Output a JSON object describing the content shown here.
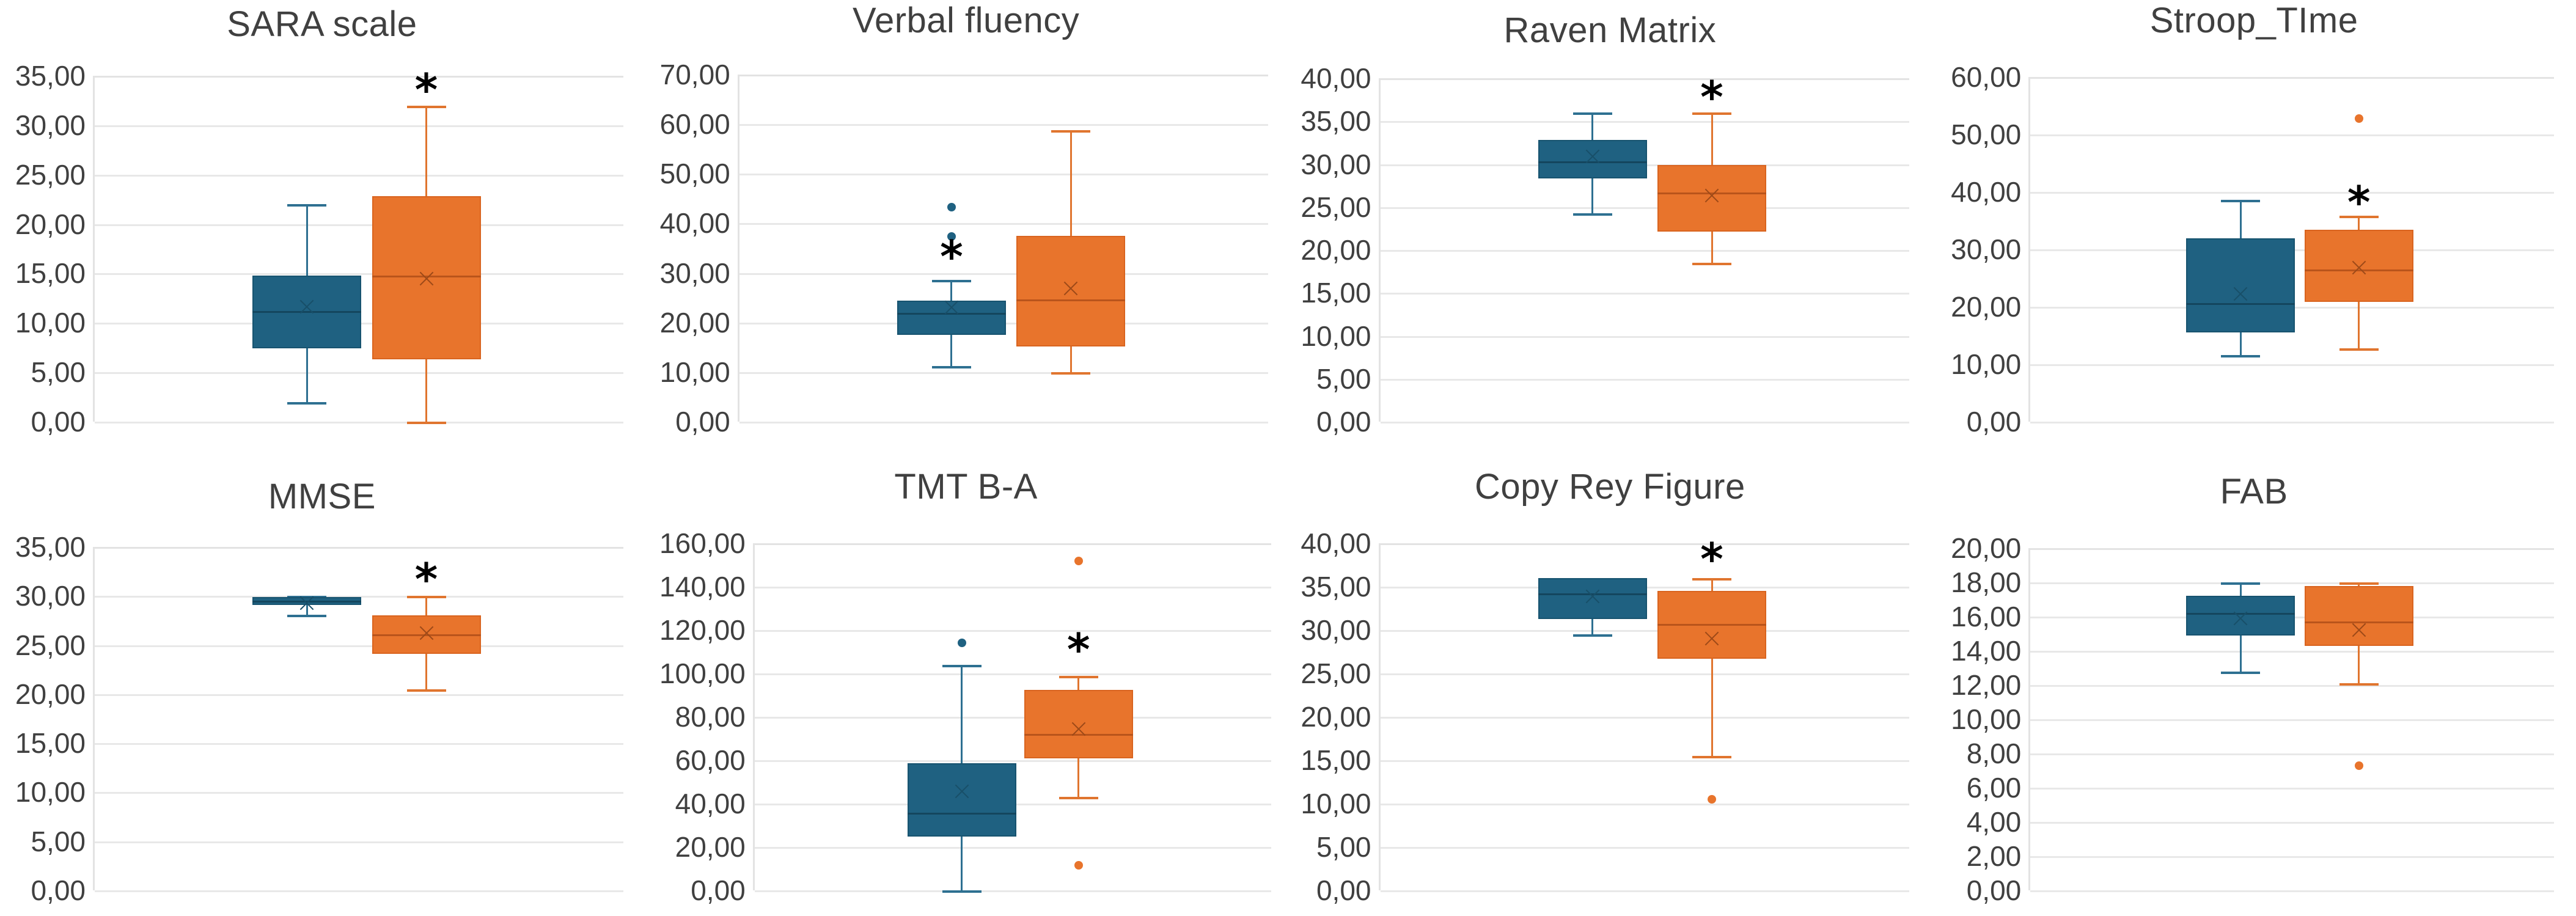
{
  "figure": {
    "layout": "2 rows x 4 columns of box plots",
    "colors": {
      "group1": "#1F6181",
      "group2": "#E8742C",
      "gridline": "#E8E8E8",
      "text": "#404040",
      "significance": "#000000"
    },
    "significance_marker": "*",
    "decimal_separator": ",",
    "groups": [
      "group1-blue",
      "group2-orange"
    ]
  },
  "chart_data": [
    {
      "type": "box",
      "title": "SARA scale",
      "xlabel": "",
      "ylabel": "",
      "ylim": [
        0,
        35
      ],
      "yticks": [
        0,
        5,
        10,
        15,
        20,
        25,
        30,
        35
      ],
      "ytick_labels": [
        "0,00",
        "5,00",
        "10,00",
        "15,00",
        "20,00",
        "25,00",
        "30,00",
        "35,00"
      ],
      "grid": true,
      "legend": "none",
      "boxes": [
        {
          "group": "group1-blue",
          "color": "#1F6181",
          "min": 2.0,
          "q1": 7.4,
          "median": 11.2,
          "mean": 11.6,
          "q3": 14.8,
          "max": 22.0,
          "outliers": [],
          "significant": false
        },
        {
          "group": "group2-orange",
          "color": "#E8742C",
          "min": 0.0,
          "q1": 6.3,
          "median": 14.8,
          "mean": 14.5,
          "q3": 22.8,
          "max": 32.0,
          "outliers": [],
          "significant": true,
          "star_at": 33.6
        }
      ]
    },
    {
      "type": "box",
      "title": "Verbal fluency",
      "xlabel": "",
      "ylabel": "",
      "ylim": [
        0,
        70
      ],
      "yticks": [
        0,
        10,
        20,
        30,
        40,
        50,
        60,
        70
      ],
      "ytick_labels": [
        "0,00",
        "10,00",
        "20,00",
        "30,00",
        "40,00",
        "50,00",
        "60,00",
        "70,00"
      ],
      "grid": true,
      "legend": "none",
      "boxes": [
        {
          "group": "group1-blue",
          "color": "#1F6181",
          "min": 11.2,
          "q1": 17.5,
          "median": 21.9,
          "mean": 23.0,
          "q3": 24.4,
          "max": 28.6,
          "outliers": [
            37.4,
            43.2
          ],
          "significant": true,
          "star_at": 33.3
        },
        {
          "group": "group2-orange",
          "color": "#E8742C",
          "min": 10.0,
          "q1": 15.2,
          "median": 24.6,
          "mean": 26.9,
          "q3": 37.5,
          "max": 58.8,
          "outliers": [],
          "significant": false
        }
      ]
    },
    {
      "type": "box",
      "title": "Raven Matrix",
      "xlabel": "",
      "ylabel": "",
      "ylim": [
        0,
        40
      ],
      "yticks": [
        0,
        5,
        10,
        15,
        20,
        25,
        30,
        35,
        40
      ],
      "ytick_labels": [
        "0,00",
        "5,00",
        "10,00",
        "15,00",
        "20,00",
        "25,00",
        "30,00",
        "35,00",
        "40,00"
      ],
      "grid": true,
      "legend": "none",
      "boxes": [
        {
          "group": "group1-blue",
          "color": "#1F6181",
          "min": 24.3,
          "q1": 28.3,
          "median": 30.3,
          "mean": 30.9,
          "q3": 32.8,
          "max": 36.0,
          "outliers": [],
          "significant": false
        },
        {
          "group": "group2-orange",
          "color": "#E8742C",
          "min": 18.5,
          "q1": 22.1,
          "median": 26.7,
          "mean": 26.3,
          "q3": 29.9,
          "max": 36.0,
          "outliers": [],
          "significant": true,
          "star_at": 37.8
        }
      ]
    },
    {
      "type": "box",
      "title": "Stroop_TIme",
      "xlabel": "",
      "ylabel": "",
      "ylim": [
        0,
        60
      ],
      "yticks": [
        0,
        10,
        20,
        30,
        40,
        50,
        60
      ],
      "ytick_labels": [
        "0,00",
        "10,00",
        "20,00",
        "30,00",
        "40,00",
        "50,00",
        "60,00"
      ],
      "grid": true,
      "legend": "none",
      "boxes": [
        {
          "group": "group1-blue",
          "color": "#1F6181",
          "min": 11.6,
          "q1": 15.5,
          "median": 20.6,
          "mean": 22.2,
          "q3": 31.9,
          "max": 38.6,
          "outliers": [],
          "significant": false
        },
        {
          "group": "group2-orange",
          "color": "#E8742C",
          "min": 12.8,
          "q1": 20.9,
          "median": 26.5,
          "mean": 26.8,
          "q3": 33.4,
          "max": 35.9,
          "outliers": [
            52.8
          ],
          "significant": true,
          "star_at": 38.2
        }
      ]
    },
    {
      "type": "box",
      "title": "MMSE",
      "xlabel": "",
      "ylabel": "",
      "ylim": [
        0,
        35
      ],
      "yticks": [
        0,
        5,
        10,
        15,
        20,
        25,
        30,
        35
      ],
      "ytick_labels": [
        "0,00",
        "5,00",
        "10,00",
        "15,00",
        "20,00",
        "25,00",
        "30,00",
        "35,00"
      ],
      "grid": true,
      "legend": "none",
      "boxes": [
        {
          "group": "group1-blue",
          "color": "#1F6181",
          "min": 28.1,
          "q1": 29.1,
          "median": 29.5,
          "mean": 29.3,
          "q3": 29.9,
          "max": 30.0,
          "outliers": [],
          "significant": false
        },
        {
          "group": "group2-orange",
          "color": "#E8742C",
          "min": 20.5,
          "q1": 24.1,
          "median": 26.1,
          "mean": 26.2,
          "q3": 28.0,
          "max": 30.0,
          "outliers": [],
          "significant": true,
          "star_at": 31.7
        }
      ]
    },
    {
      "type": "box",
      "title": "TMT B-A",
      "xlabel": "",
      "ylabel": "",
      "ylim": [
        0,
        160
      ],
      "yticks": [
        0,
        20,
        40,
        60,
        80,
        100,
        120,
        140,
        160
      ],
      "ytick_labels": [
        "0,00",
        "20,00",
        "40,00",
        "60,00",
        "80,00",
        "100,00",
        "120,00",
        "140,00",
        "160,00"
      ],
      "grid": true,
      "legend": "none",
      "boxes": [
        {
          "group": "group1-blue",
          "color": "#1F6181",
          "min": 0.0,
          "q1": 24.8,
          "median": 35.8,
          "mean": 45.5,
          "q3": 58.6,
          "max": 104.0,
          "outliers": [
            114.0
          ],
          "significant": false
        },
        {
          "group": "group2-orange",
          "color": "#E8742C",
          "min": 43.0,
          "q1": 60.8,
          "median": 72.0,
          "mean": 74.5,
          "q3": 92.5,
          "max": 99.0,
          "outliers": [
            11.5,
            151.8
          ],
          "significant": true,
          "star_at": 111.0
        }
      ]
    },
    {
      "type": "box",
      "title": "Copy Rey Figure",
      "xlabel": "",
      "ylabel": "",
      "ylim": [
        0,
        40
      ],
      "yticks": [
        0,
        5,
        10,
        15,
        20,
        25,
        30,
        35,
        40
      ],
      "ytick_labels": [
        "0,00",
        "5,00",
        "10,00",
        "15,00",
        "20,00",
        "25,00",
        "30,00",
        "35,00",
        "40,00"
      ],
      "grid": true,
      "legend": "none",
      "boxes": [
        {
          "group": "group1-blue",
          "color": "#1F6181",
          "min": 29.5,
          "q1": 31.3,
          "median": 34.2,
          "mean": 33.9,
          "q3": 36.0,
          "max": 36.0,
          "outliers": [],
          "significant": false
        },
        {
          "group": "group2-orange",
          "color": "#E8742C",
          "min": 15.5,
          "q1": 26.7,
          "median": 30.7,
          "mean": 29.0,
          "q3": 34.5,
          "max": 36.0,
          "outliers": [
            10.5
          ],
          "significant": true,
          "star_at": 38.2
        }
      ]
    },
    {
      "type": "box",
      "title": "FAB",
      "xlabel": "",
      "ylabel": "",
      "ylim": [
        0,
        20
      ],
      "yticks": [
        0,
        2,
        4,
        6,
        8,
        10,
        12,
        14,
        16,
        18,
        20
      ],
      "ytick_labels": [
        "0,00",
        "2,00",
        "4,00",
        "6,00",
        "8,00",
        "10,00",
        "12,00",
        "14,00",
        "16,00",
        "18,00",
        "20,00"
      ],
      "grid": true,
      "legend": "none",
      "boxes": [
        {
          "group": "group1-blue",
          "color": "#1F6181",
          "min": 12.8,
          "q1": 14.9,
          "median": 16.2,
          "mean": 15.9,
          "q3": 17.2,
          "max": 18.0,
          "outliers": [],
          "significant": false
        },
        {
          "group": "group2-orange",
          "color": "#E8742C",
          "min": 12.1,
          "q1": 14.3,
          "median": 15.7,
          "mean": 15.2,
          "q3": 17.8,
          "max": 18.0,
          "outliers": [
            7.3
          ],
          "significant": false
        }
      ]
    }
  ]
}
